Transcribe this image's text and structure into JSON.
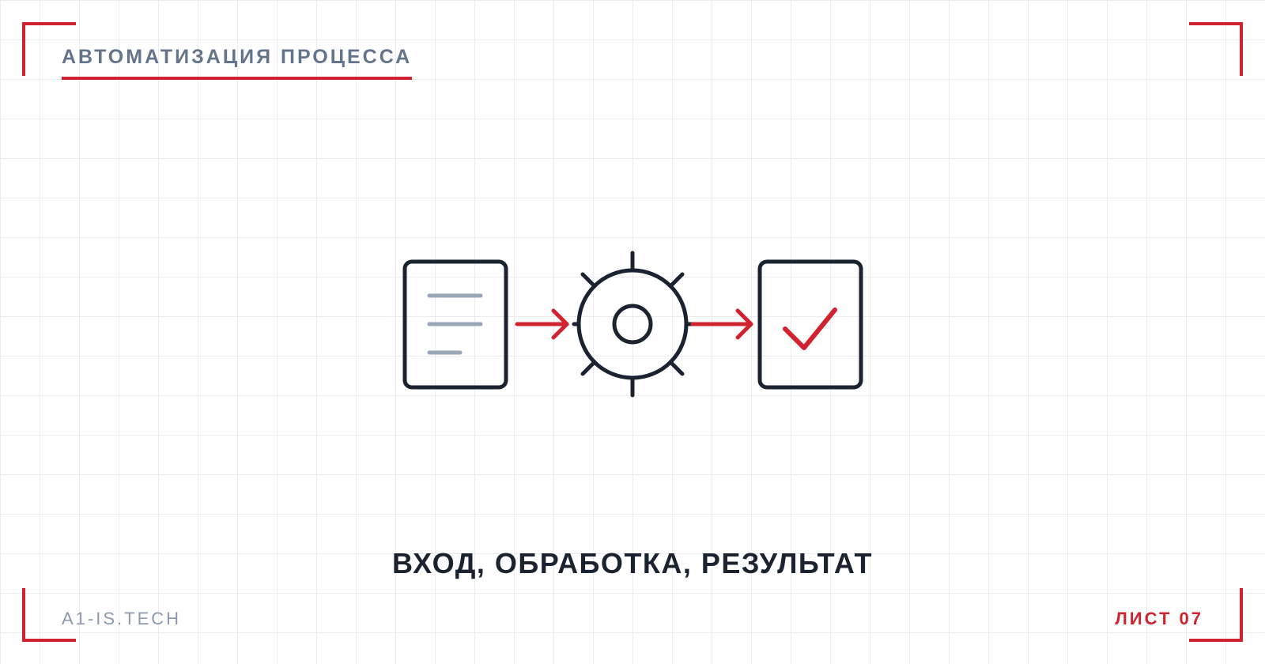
{
  "header": {
    "title": "АВТОМАТИЗАЦИЯ ПРОЦЕССА"
  },
  "diagram": {
    "steps": [
      {
        "icon": "document-icon"
      },
      {
        "icon": "gear-icon"
      },
      {
        "icon": "checkmark-document-icon"
      }
    ],
    "connectors": [
      "arrow-right-icon",
      "arrow-right-icon"
    ],
    "caption": "ВХОД, ОБРАБОТКА, РЕЗУЛЬТАТ"
  },
  "footer": {
    "site": "A1-IS.TECH",
    "sheet": "ЛИСТ 07"
  },
  "colors": {
    "accent": "#d0222f",
    "ink": "#1b2230",
    "muted": "#64748b",
    "light_muted": "#9aa6ba",
    "grid": "#ececef"
  }
}
